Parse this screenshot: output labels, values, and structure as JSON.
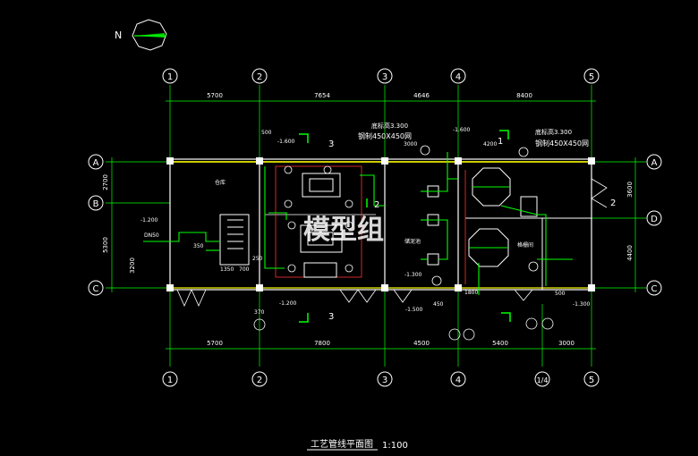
{
  "north_label": "N",
  "axes_top": [
    "1",
    "2",
    "3",
    "4",
    "5"
  ],
  "axes_bottom": [
    "1",
    "2",
    "3",
    "4",
    "1/4",
    "5"
  ],
  "axes_left": [
    "A",
    "B",
    "C"
  ],
  "axes_right": [
    "A",
    "D",
    "C"
  ],
  "dims_top": [
    "5700",
    "7654",
    "4646",
    "8400"
  ],
  "dims_bottom": [
    "5700",
    "7800",
    "4500",
    "5400",
    "3000"
  ],
  "dims_left": [
    "2700",
    "5300",
    "3200"
  ],
  "dims_right": [
    "3600",
    "4400"
  ],
  "notes": {
    "elev_top_a": "底标高3.300",
    "duct_a": "钢制450X450网",
    "elev_top_b": "底标高3.300",
    "duct_b": "钢制450X450网",
    "neg_1_600_a": "-1.600",
    "neg_1_600_b": "-1.600",
    "neg_1_200_a": "-1.200",
    "neg_1_200_b": "-1.200",
    "neg_1_300_a": "-1.300",
    "neg_1_300_b": "-1.300",
    "neg_1_500": "-1.500",
    "dim_3000": "3000",
    "dim_4200": "4200",
    "dim_500": "500",
    "dim_1350": "1350",
    "dim_700": "700",
    "dim_350": "350",
    "dim_250": "250",
    "dim_370": "370",
    "dim_450": "450",
    "dim_1800": "1800",
    "dim_500b": "500",
    "dn": "DN50",
    "room_a": "仓库",
    "room_b": "格栅间",
    "room_c": "储泥池",
    "section_3": "3",
    "section_2": "2",
    "section_1": "1"
  },
  "watermark": "模型组",
  "title": "工艺管线平面图",
  "scale": "1:100"
}
